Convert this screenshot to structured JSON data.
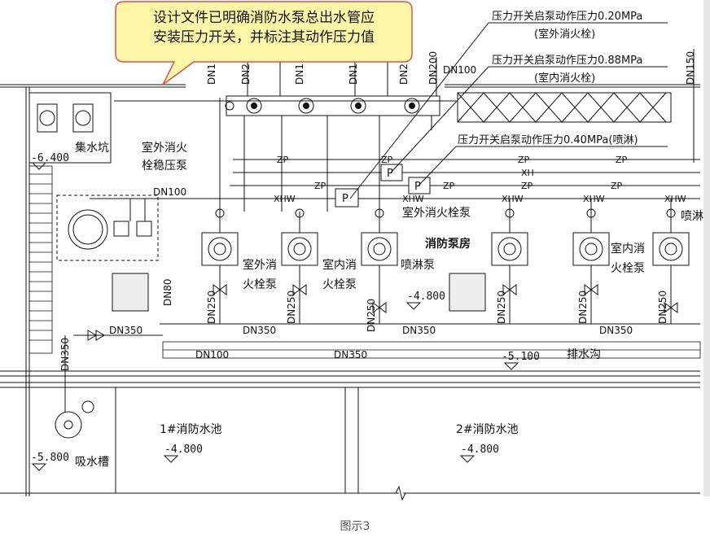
{
  "callout": {
    "line1": "设计文件已明确消防水泵总出水管应",
    "line2": "安装压力开关，并标注其动作压力值",
    "fill": "#fff7a8",
    "stroke": "#d9534f"
  },
  "annotations": {
    "a1": "压力开关启泵动作压力0.20MPa",
    "a1_sub": "(室外消火栓)",
    "a2": "压力开关启泵动作压力0.88MPa",
    "a2_sub": "(室内消火栓)",
    "a3": "压力开关启泵动作压力0.40MPa(喷淋)"
  },
  "rooms": {
    "sump": "集水坑",
    "sump_level": "-6.400",
    "pump_room": "消防泵房",
    "pump_room_level": "-4.800",
    "pool1": "1#消防水池",
    "pool1_level": "-4.800",
    "pool2": "2#消防水池",
    "pool2_level": "-4.800",
    "suction_tank": "吸水槽",
    "suction_level": "-5.800",
    "drain_ditch": "排水沟",
    "ditch_level": "-5.100"
  },
  "labels": {
    "stabilizer_1": "室外消火",
    "stabilizer_2": "栓稳压泵",
    "outdoor_pump_1": "室外消",
    "outdoor_pump_2": "火栓泵",
    "indoor_pump_1": "室内消",
    "indoor_pump_2": "火栓泵",
    "sprinkler_pump": "喷淋泵",
    "outdoor_pump_b": "室外消火栓泵",
    "indoor_pump_b1": "室内消",
    "indoor_pump_b2": "火栓泵",
    "sprinkler_cut": "喷淋",
    "p_symbol": "P",
    "zp": "ZP",
    "xh": "XH",
    "xhw": "XHW"
  },
  "pipes": {
    "dn100": "DN100",
    "dn350": "DN350",
    "dn250": "DN250",
    "dn200": "DN200",
    "dn150": "DN150",
    "dn80": "DN80",
    "dn1": "DN1",
    "dn2": "DN2"
  },
  "caption": "图示3"
}
